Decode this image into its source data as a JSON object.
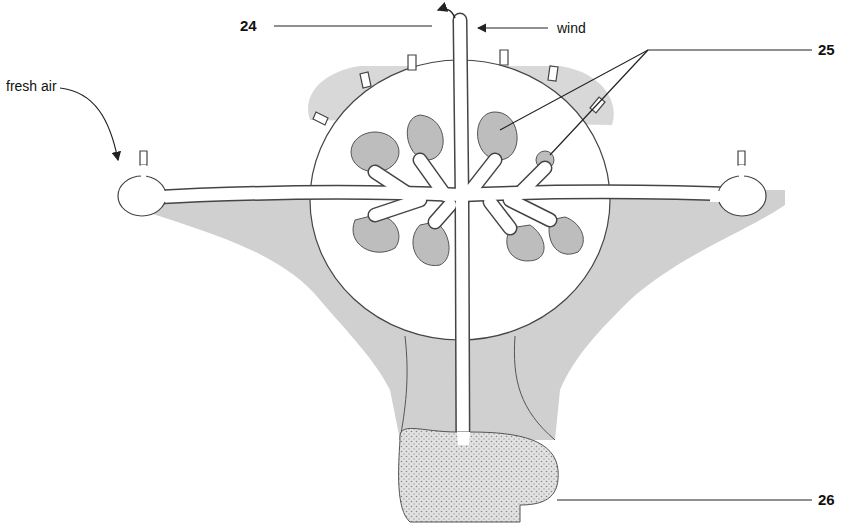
{
  "diagram": {
    "labels": [
      "24",
      "wind",
      "25",
      "fresh air",
      "26"
    ]
  }
}
